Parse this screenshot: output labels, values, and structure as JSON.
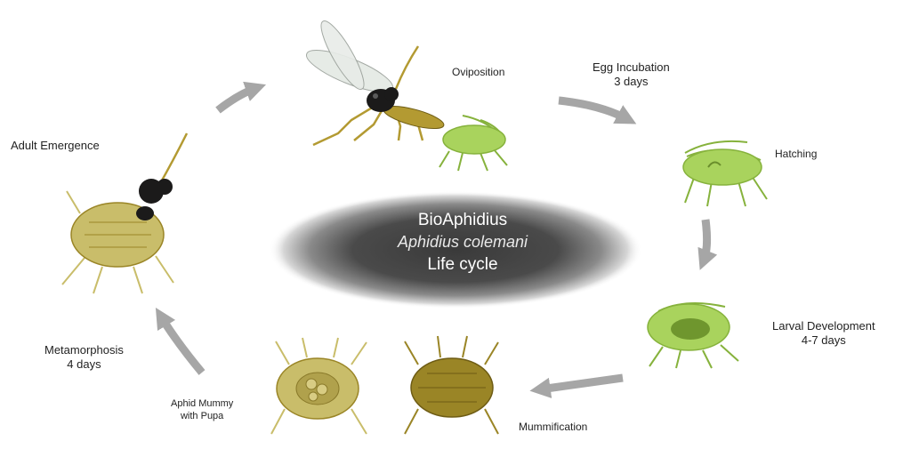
{
  "diagram": {
    "center": {
      "title": "BioAphidius",
      "species": "Aphidius colemani",
      "subtitle": "Life cycle"
    },
    "stages": {
      "oviposition": {
        "label": "Oviposition"
      },
      "egg_incubation": {
        "label": "Egg Incubation",
        "duration": "3 days"
      },
      "hatching": {
        "label": "Hatching"
      },
      "larval_development": {
        "label": "Larval Development",
        "duration": "4-7 days"
      },
      "mummification": {
        "label": "Mummification"
      },
      "aphid_mummy": {
        "label_line1": "Aphid Mummy",
        "label_line2": "with Pupa"
      },
      "metamorphosis": {
        "label": "Metamorphosis",
        "duration": "4 days"
      },
      "adult_emergence": {
        "label": "Adult Emergence"
      }
    },
    "colors": {
      "arrow": "#a6a6a6",
      "aphid_green": "#a9d35d",
      "aphid_green_dark": "#86b23c",
      "mummy_tan": "#c9bd6a",
      "mummy_brown": "#9a8526",
      "wasp_body": "#1b1a1a",
      "wasp_abdomen": "#b39a32",
      "center_dark": "#3d3d3d"
    }
  }
}
